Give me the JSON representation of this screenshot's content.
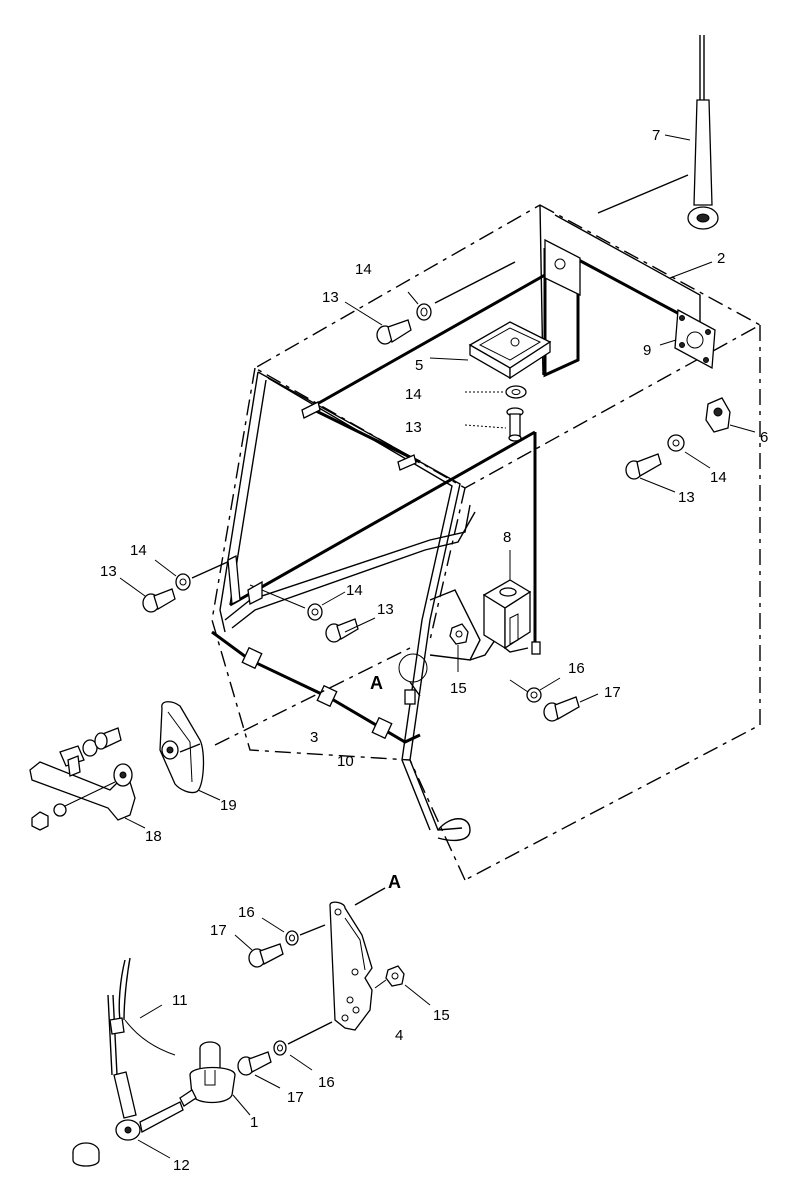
{
  "labels": {
    "l1": "1",
    "l2": "2",
    "l3": "3",
    "l4": "4",
    "l5": "5",
    "l6": "6",
    "l7": "7",
    "l8": "8",
    "l9": "9",
    "l10": "10",
    "l11": "11",
    "l12": "12",
    "l13a": "13",
    "l13b": "13",
    "l13c": "13",
    "l13d": "13",
    "l13e": "13",
    "l14a": "14",
    "l14b": "14",
    "l14c": "14",
    "l14d": "14",
    "l14e": "14",
    "l15a": "15",
    "l15b": "15",
    "l16a": "16",
    "l16b": "16",
    "l16c": "16",
    "l17a": "17",
    "l17b": "17",
    "l17c": "17",
    "l18": "18",
    "l19": "19",
    "detail_a1": "A",
    "detail_a2": "A"
  }
}
